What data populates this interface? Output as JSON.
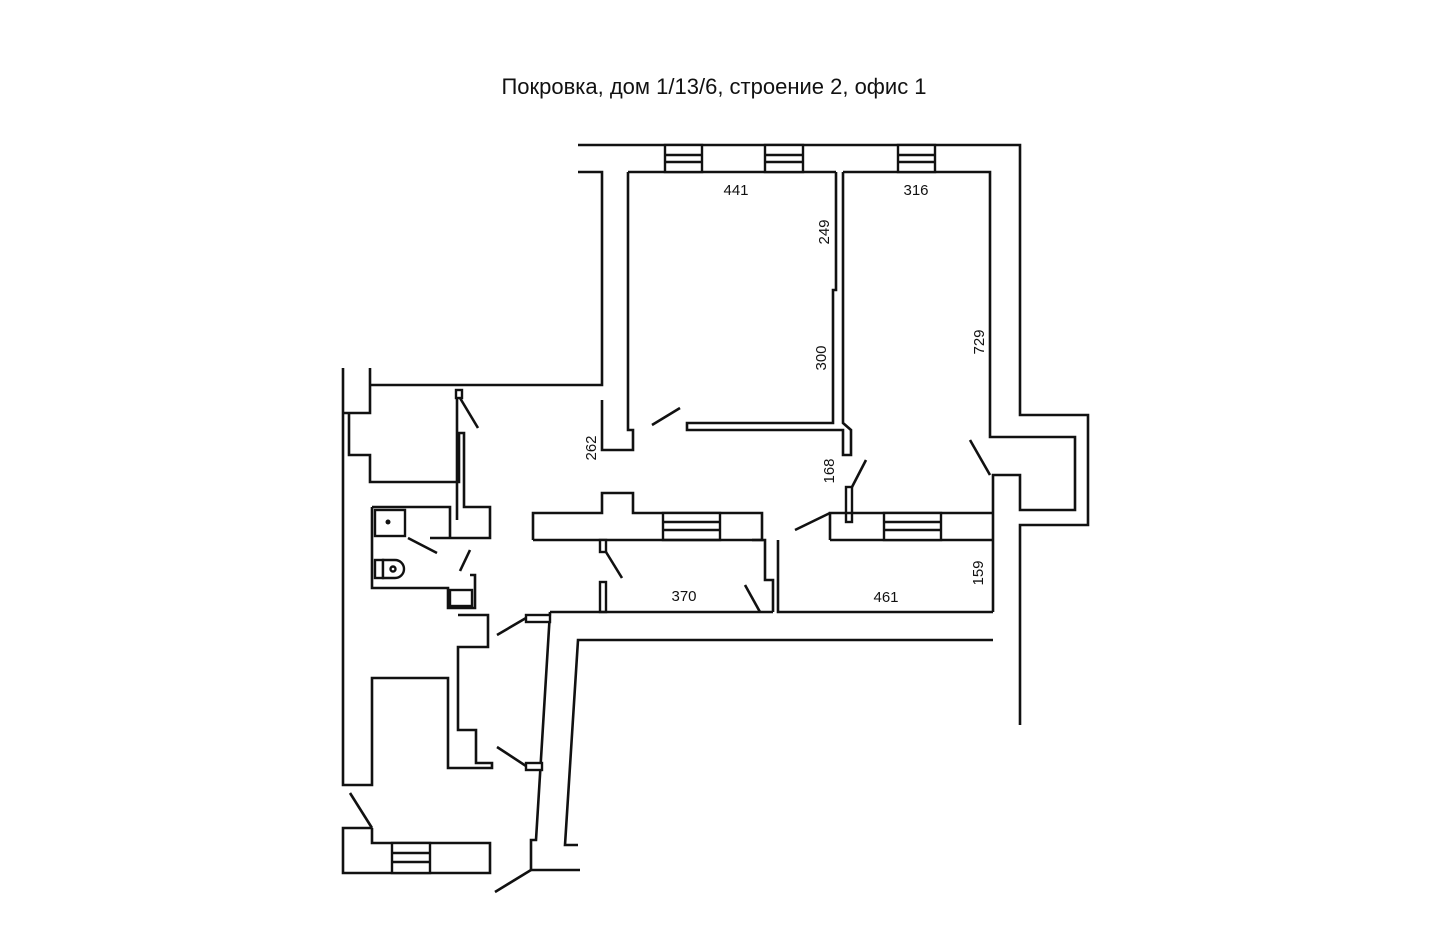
{
  "title": "Покровка, дом 1/13/6, строение 2, офис 1",
  "dimensions": {
    "room1_width": "441",
    "room2_width": "316",
    "partition_upper": "249",
    "partition_lower": "300",
    "room2_depth": "729",
    "corridor_depth": "262",
    "door_gap": "168",
    "room3_width": "370",
    "room4_width": "461",
    "room4_depth": "159"
  }
}
